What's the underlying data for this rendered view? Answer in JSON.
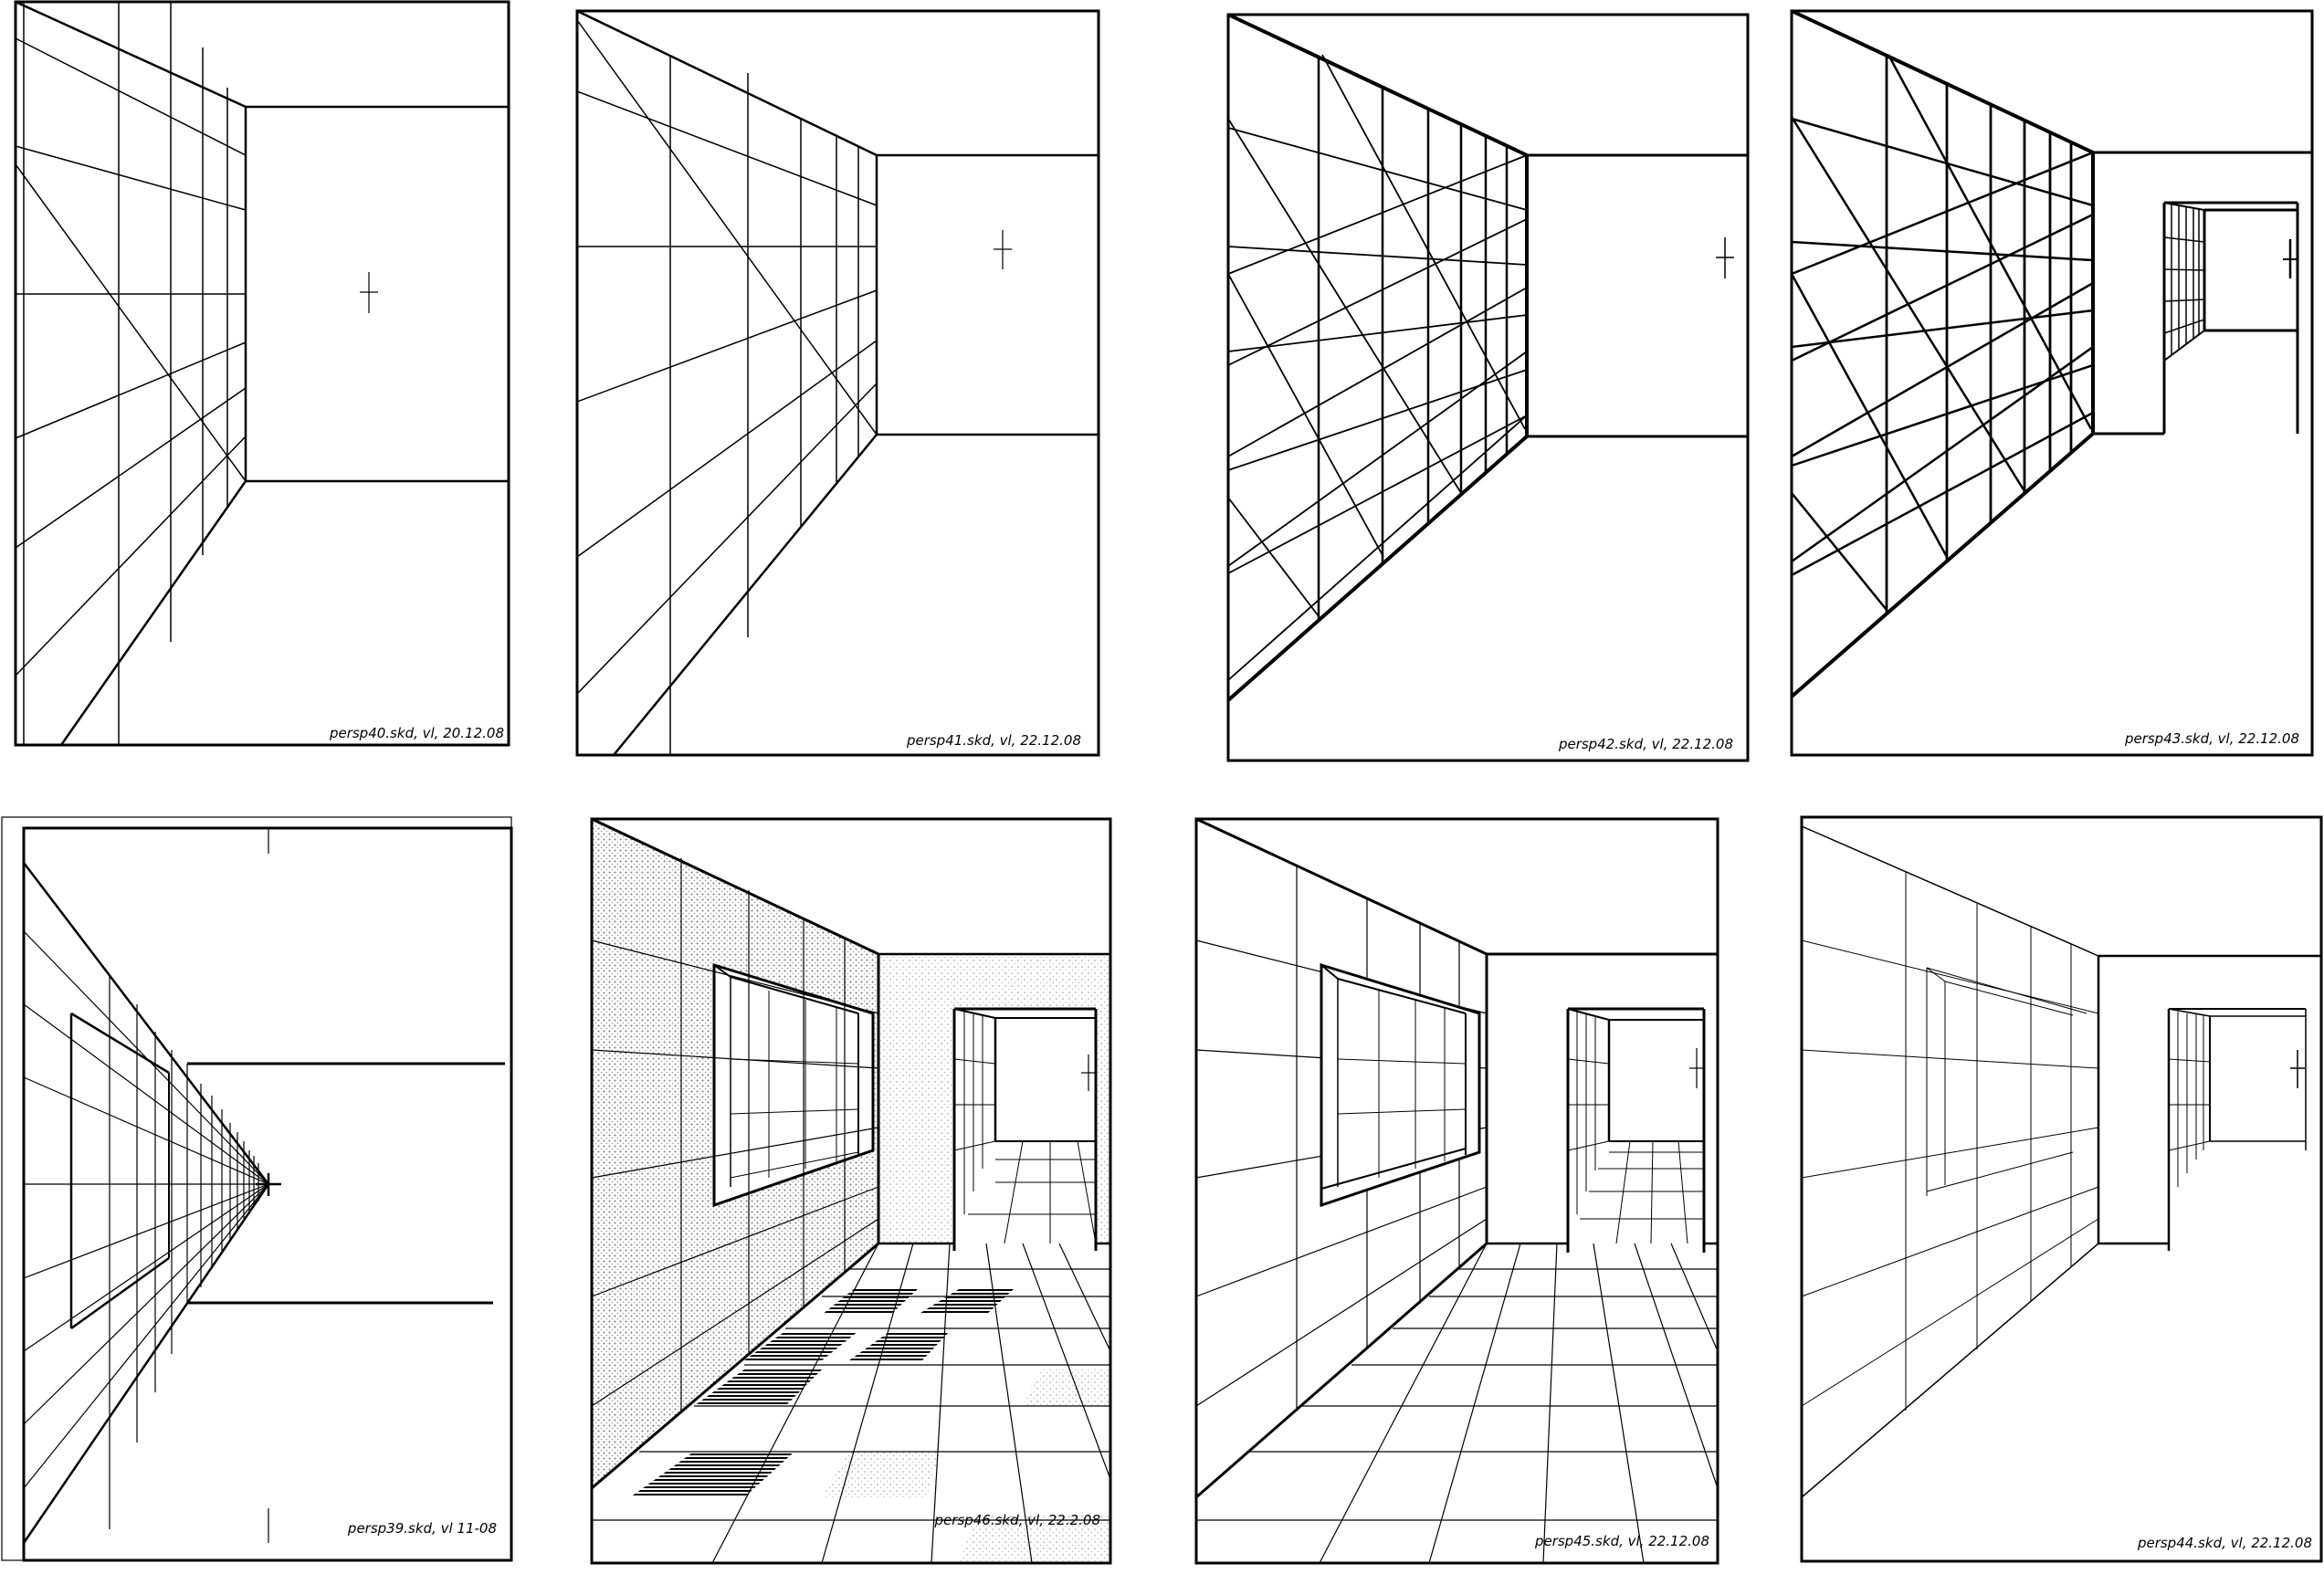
{
  "sheet": {
    "panels": [
      {
        "id": "persp40",
        "caption": "persp40.skd, vl, 20.12.08",
        "subject": "wall-grid-with-diagonals"
      },
      {
        "id": "persp41",
        "caption": "persp41.skd, vl, 22.12.08",
        "subject": "wall-grid-with-diagonals"
      },
      {
        "id": "persp42",
        "caption": "persp42.skd, vl, 22.12.08",
        "subject": "wall-grid-with-diagonals"
      },
      {
        "id": "persp43",
        "caption": "persp43.skd, vl, 22.12.08",
        "subject": "wall-grid-with-corridor-opening"
      },
      {
        "id": "persp39",
        "caption": "persp39.skd, vl 11-08",
        "subject": "long-corridor-vanishing-point"
      },
      {
        "id": "persp46",
        "caption": "persp46.skd, vl, 22.2.08",
        "subject": "hatched-corridor-checker-floor"
      },
      {
        "id": "persp45",
        "caption": "persp45.skd, vl, 22.12.08",
        "subject": "tiled-corridor-with-window"
      },
      {
        "id": "persp44",
        "caption": "persp44.skd, vl, 22.12.08",
        "subject": "tiled-corridor-thin-lines"
      }
    ]
  },
  "colors": {
    "ink": "#000000",
    "paper": "#ffffff",
    "hatch": "#666666"
  }
}
